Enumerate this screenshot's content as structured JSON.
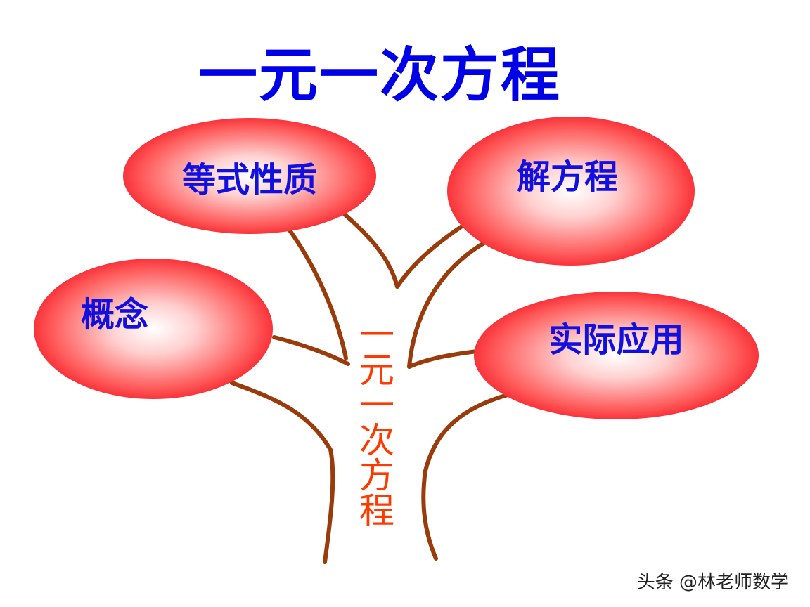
{
  "title": "一元一次方程",
  "trunk_label": "一元一次方程",
  "nodes": {
    "equation_properties": "等式性质",
    "solving": "解方程",
    "concept": "概念",
    "application": "实际应用"
  },
  "footer": "头条 @林老师数学",
  "colors": {
    "title": "#0000e6",
    "node_text": "#1010e0",
    "node_fill": "#f00010",
    "branch": "#9a3b0b",
    "trunk_text": "#ff3a00"
  }
}
